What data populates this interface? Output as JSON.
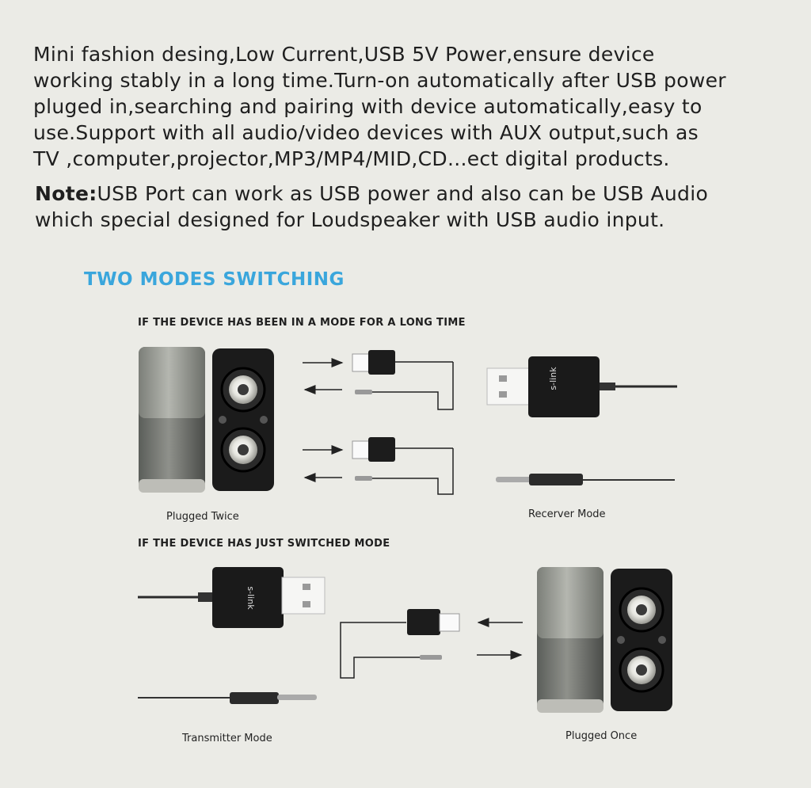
{
  "intro": {
    "line1": "Mini fashion desing,Low Current,USB 5V Power,ensure device",
    "line2": "working stably in a long time.Turn-on automatically after USB power",
    "line3": "pluged in,searching and pairing with device automatically,easy to",
    "line4": "use.Support with all audio/video devices with AUX output,such as",
    "line5": "TV ,computer,projector,MP3/MP4/MID,CD...ect digital products."
  },
  "note": {
    "label": "Note:",
    "line1": "USB Port can work as USB power and also can be USB Audio",
    "line2": "which special designed for Loudspeaker with USB audio input."
  },
  "section": {
    "title": "TWO MODES SWITCHING",
    "sub1": "IF THE DEVICE HAS BEEN IN A MODE FOR A LONG TIME",
    "sub2": "IF THE DEVICE HAS JUST SWITCHED MODE"
  },
  "captions": {
    "plugged_twice": "Plugged Twice",
    "receiver_mode": "Recerver Mode",
    "transmitter_mode": "Transmitter Mode",
    "plugged_once": "Plugged Once"
  },
  "device_brand": "s-link",
  "colors": {
    "accent": "#3aa6dc",
    "text": "#1f1f1f",
    "background": "#ebebe6"
  }
}
